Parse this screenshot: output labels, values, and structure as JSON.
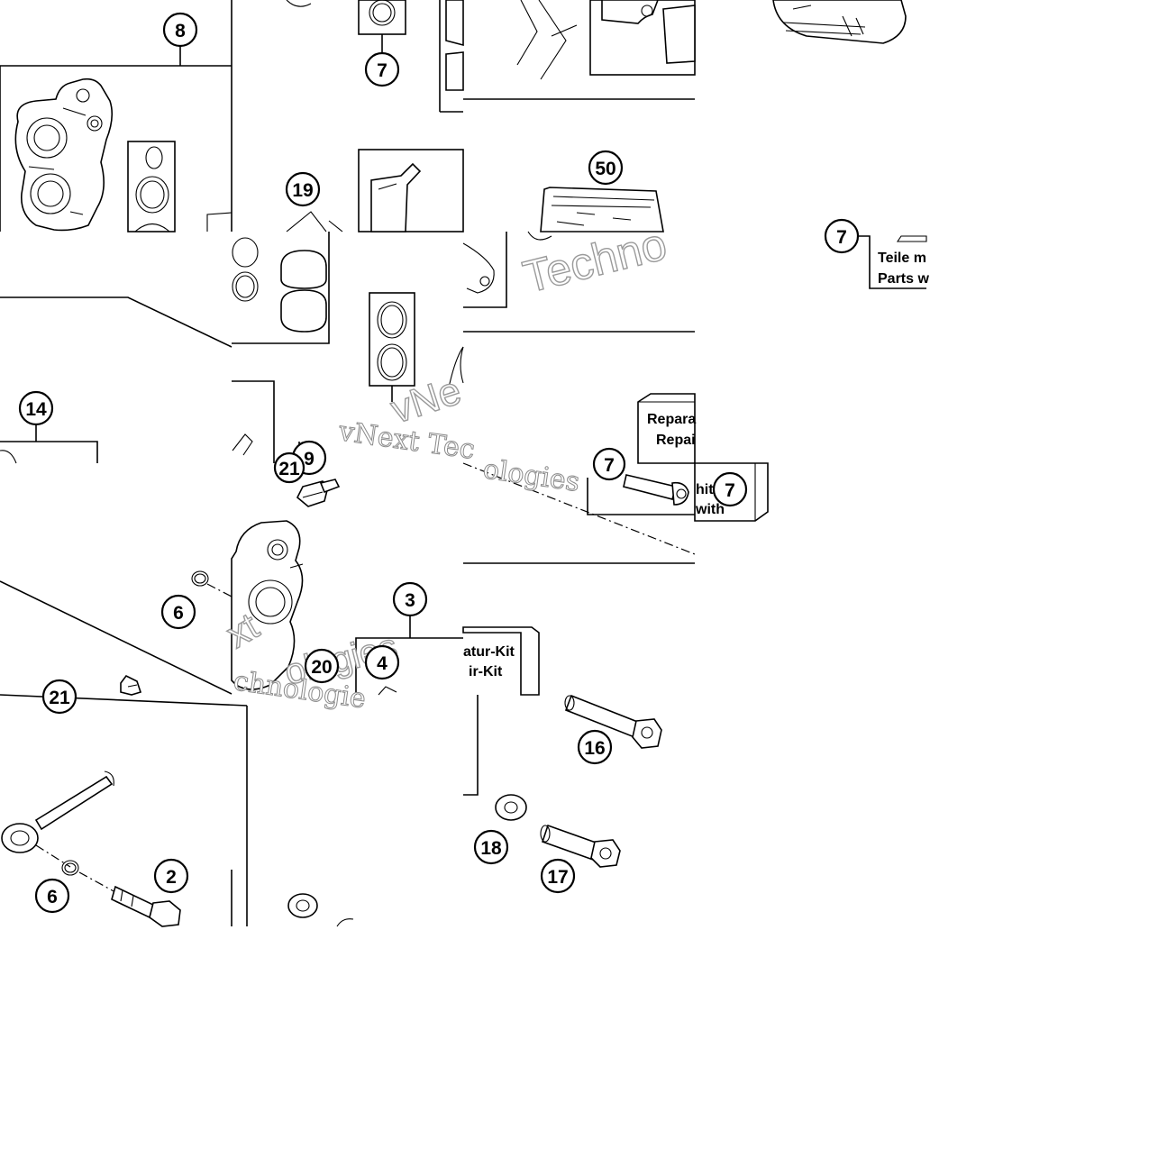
{
  "callouts": {
    "c8": "8",
    "c7a": "7",
    "c19": "19",
    "c50": "50",
    "c7b": "7",
    "c14": "14",
    "c9": "9",
    "c21a": "21",
    "c7c": "7",
    "c7d": "7",
    "c6a": "6",
    "c3": "3",
    "c20": "20",
    "c4": "4",
    "c21b": "21",
    "c16": "16",
    "c18": "18",
    "c17": "17",
    "c2": "2",
    "c6b": "6"
  },
  "labels": {
    "teile_line1": "Teile m",
    "teile_line2": "Parts w",
    "repair_de_a": "Repara",
    "repair_en_a": "Repai",
    "repair_de_b": "atur-Kit",
    "repair_en_b": "ir-Kit",
    "note_a": "hit",
    "note_b": "with"
  },
  "watermarks": {
    "brand_a": "Techno",
    "brand_b": "vNext Tec",
    "brand_c": "ologies",
    "brand_d": "vNe",
    "brand_e": "xt",
    "brand_f": "ologies",
    "brand_g": "chnologie"
  }
}
